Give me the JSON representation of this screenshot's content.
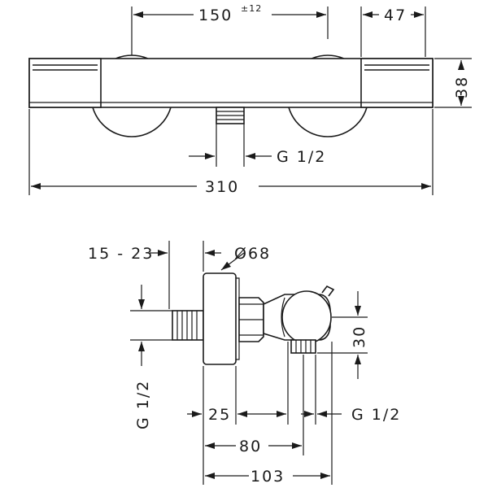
{
  "top_view": {
    "dim_center_spacing": "150",
    "dim_center_tolerance": "±12",
    "dim_end_cap": "47",
    "dim_height": "38",
    "dim_outlet_thread": "G 1/2",
    "dim_total_length": "310"
  },
  "side_view": {
    "dim_adjust_range": "15 - 23",
    "dim_cover_diameter": "Ø68",
    "dim_inlet_thread": "G 1/2",
    "dim_outlet_height": "30",
    "dim_wall_to_body": "25",
    "dim_wall_to_outlet": "80",
    "dim_wall_to_front": "103",
    "dim_outlet_thread": "G 1/2"
  }
}
